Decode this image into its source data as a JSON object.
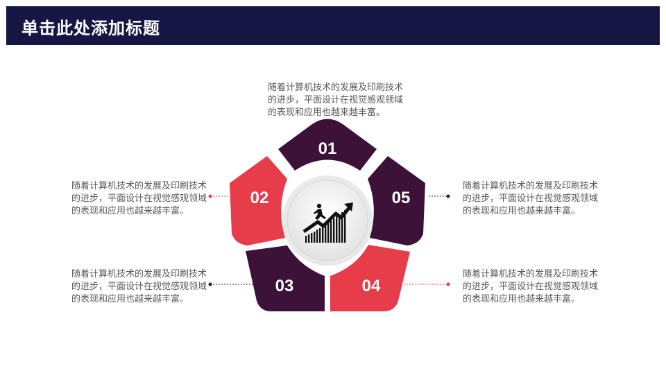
{
  "header": {
    "title": "单击此处添加标题"
  },
  "segments": [
    {
      "label": "01",
      "color": "#3d1238"
    },
    {
      "label": "02",
      "color": "#e73c4a"
    },
    {
      "label": "03",
      "color": "#3d1238"
    },
    {
      "label": "04",
      "color": "#e73c4a"
    },
    {
      "label": "05",
      "color": "#3d1238"
    }
  ],
  "descriptions": {
    "top": "随着计算机技术的发展及印刷技术的进步，平面设计在视觉感观领域的表现和应用也越来越丰富。",
    "left_top": "随着计算机技术的发展及印刷技术的进步，平面设计在视觉感观领域的表现和应用也越来越丰富。",
    "left_bottom": "随着计算机技术的发展及印刷技术的进步，平面设计在视觉感观领域的表现和应用也越来越丰富。",
    "right_top": "随着计算机技术的发展及印刷技术的进步，平面设计在视觉感观领域的表现和应用也越来越丰富。",
    "right_bottom": "随着计算机技术的发展及印刷技术的进步，平面设计在视觉感观领域的表现和应用也越来越丰富。"
  },
  "center": {
    "icon": "growth-chart-runner-icon"
  },
  "colors": {
    "header_bg": "#161645",
    "dark": "#3d1238",
    "red": "#e73c4a",
    "text": "#595959"
  }
}
